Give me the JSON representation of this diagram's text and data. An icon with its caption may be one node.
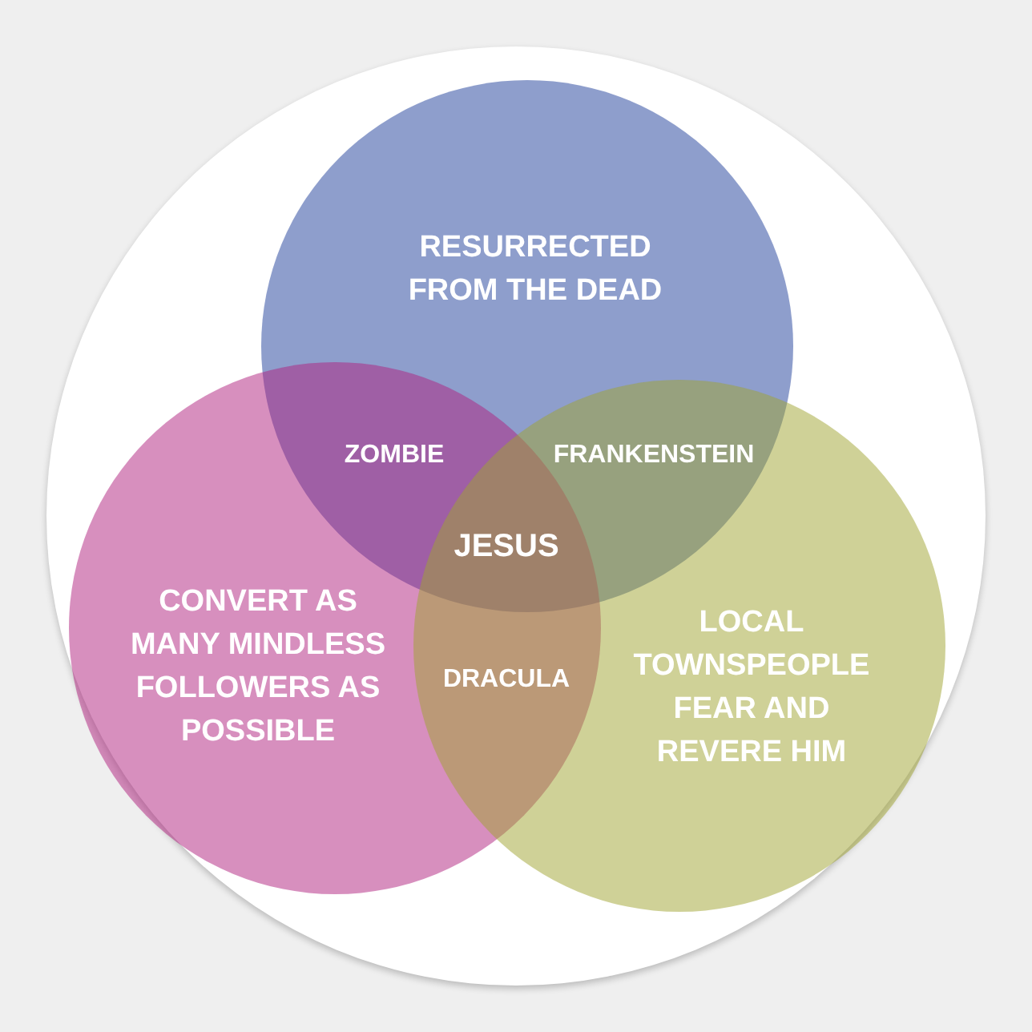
{
  "diagram": {
    "nodes": [
      {
        "text": [
          "RESURRECTED FROM THE DEAD"
        ]
      },
      {
        "text": [
          "CONVERT AS MANY MINDLESS FOLLOWERS AS POSSIBLE"
        ]
      },
      {
        "text": [
          "LOCAL TOWNSPEOPLE FEAR AND REVERE HIM"
        ]
      }
    ],
    "labels": [
      "ZOMBIE",
      "FRANKENSTEIN",
      "JESUS",
      "DRACULA"
    ]
  }
}
